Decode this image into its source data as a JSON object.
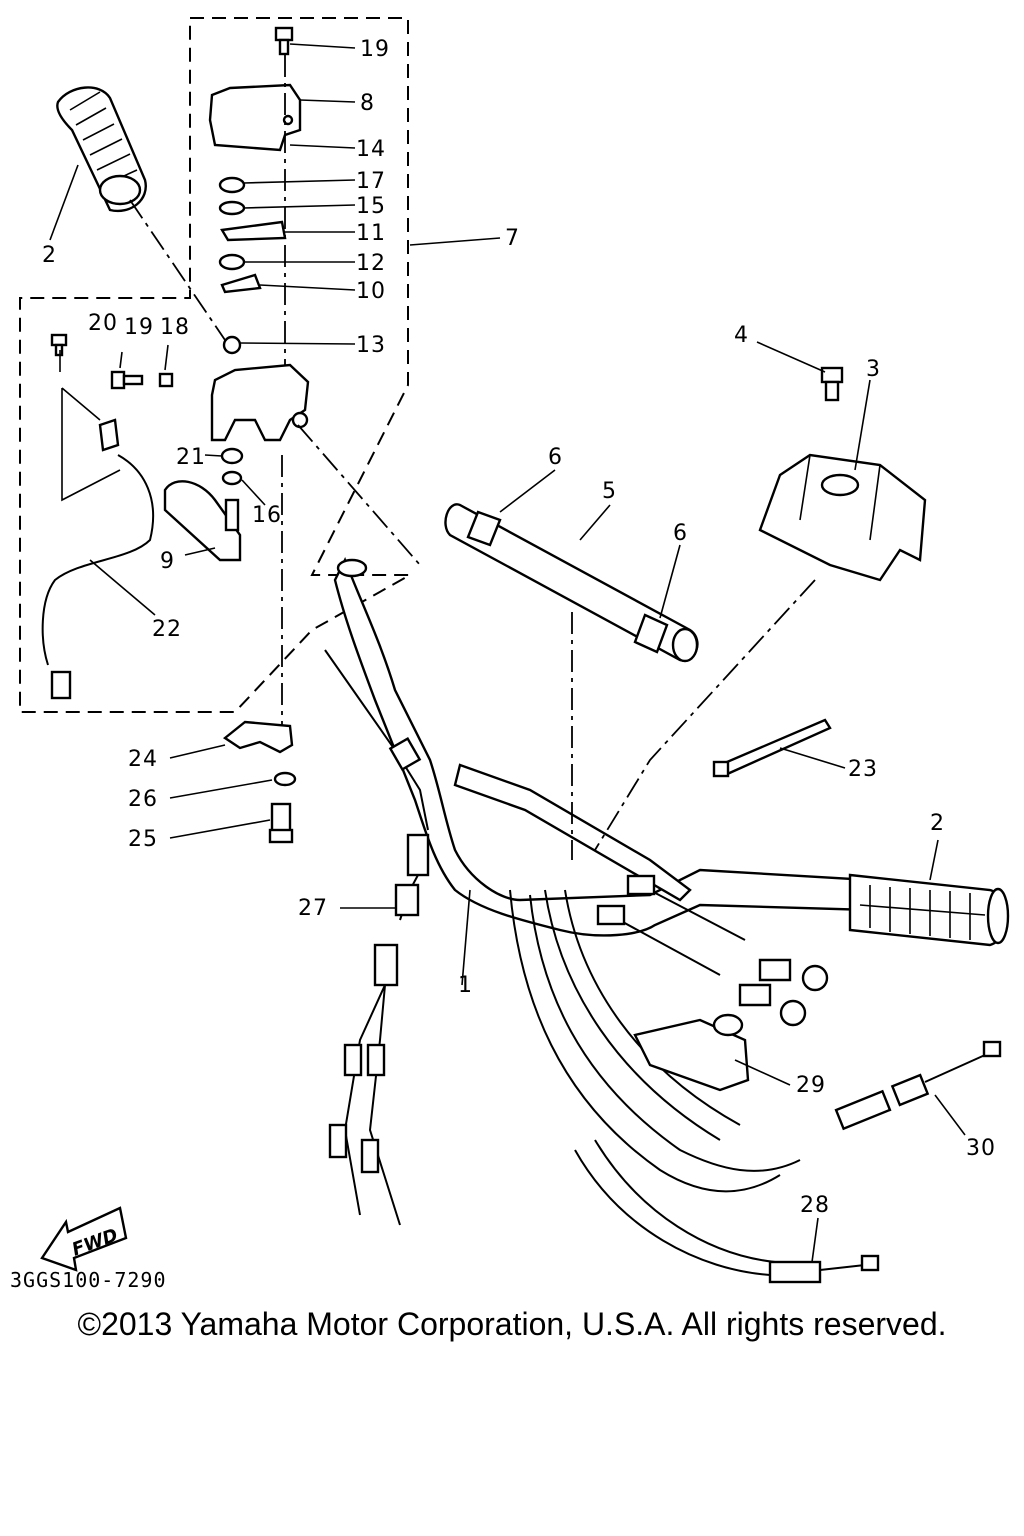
{
  "callouts": {
    "c1": "1",
    "c2a": "2",
    "c2b": "2",
    "c3": "3",
    "c4": "4",
    "c5": "5",
    "c6a": "6",
    "c6b": "6",
    "c7": "7",
    "c8": "8",
    "c9": "9",
    "c10": "10",
    "c11": "11",
    "c12": "12",
    "c13": "13",
    "c14": "14",
    "c15": "15",
    "c16": "16",
    "c17": "17",
    "c18": "18",
    "c19a": "19",
    "c19b": "19",
    "c20": "20",
    "c21": "21",
    "c22": "22",
    "c23": "23",
    "c24": "24",
    "c25": "25",
    "c26": "26",
    "c27": "27",
    "c28": "28",
    "c29": "29",
    "c30": "30"
  },
  "fwd_label": "FWD",
  "diagram_code": "3GGS100-7290",
  "copyright": "©2013 Yamaha Motor Corporation, U.S.A. All rights reserved."
}
